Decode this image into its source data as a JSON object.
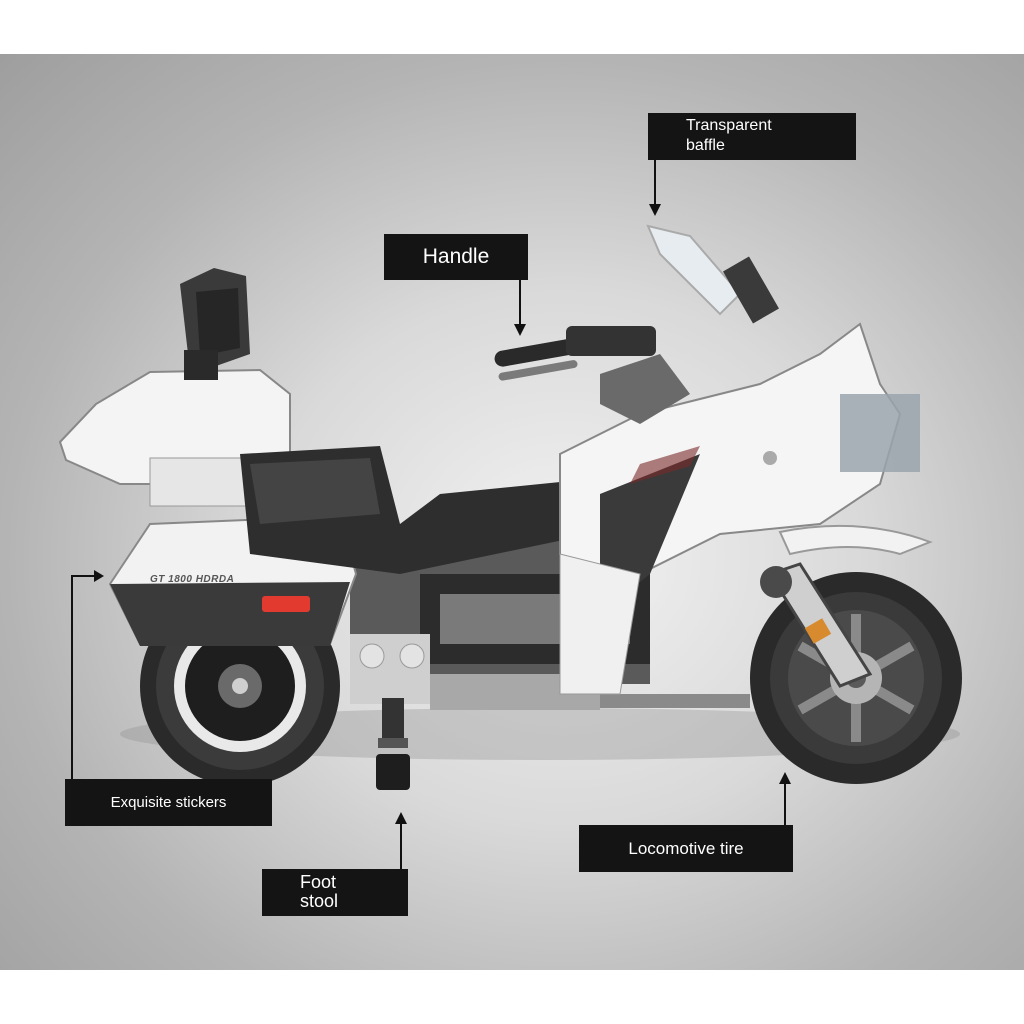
{
  "labels": {
    "transparent_baffle": "Transparent\nbaffle",
    "handle": "Handle",
    "exquisite_stickers": "Exquisite stickers",
    "foot_stool": "Foot\nstool",
    "locomotive_tire": "Locomotive tire"
  },
  "sticker_text": "GT 1800 HDRDA",
  "colors": {
    "label_bg": "#141414",
    "label_text": "#ffffff",
    "body_white": "#f4f4f4",
    "body_dark": "#3a3a3a",
    "accent_red": "#e23a2e"
  }
}
